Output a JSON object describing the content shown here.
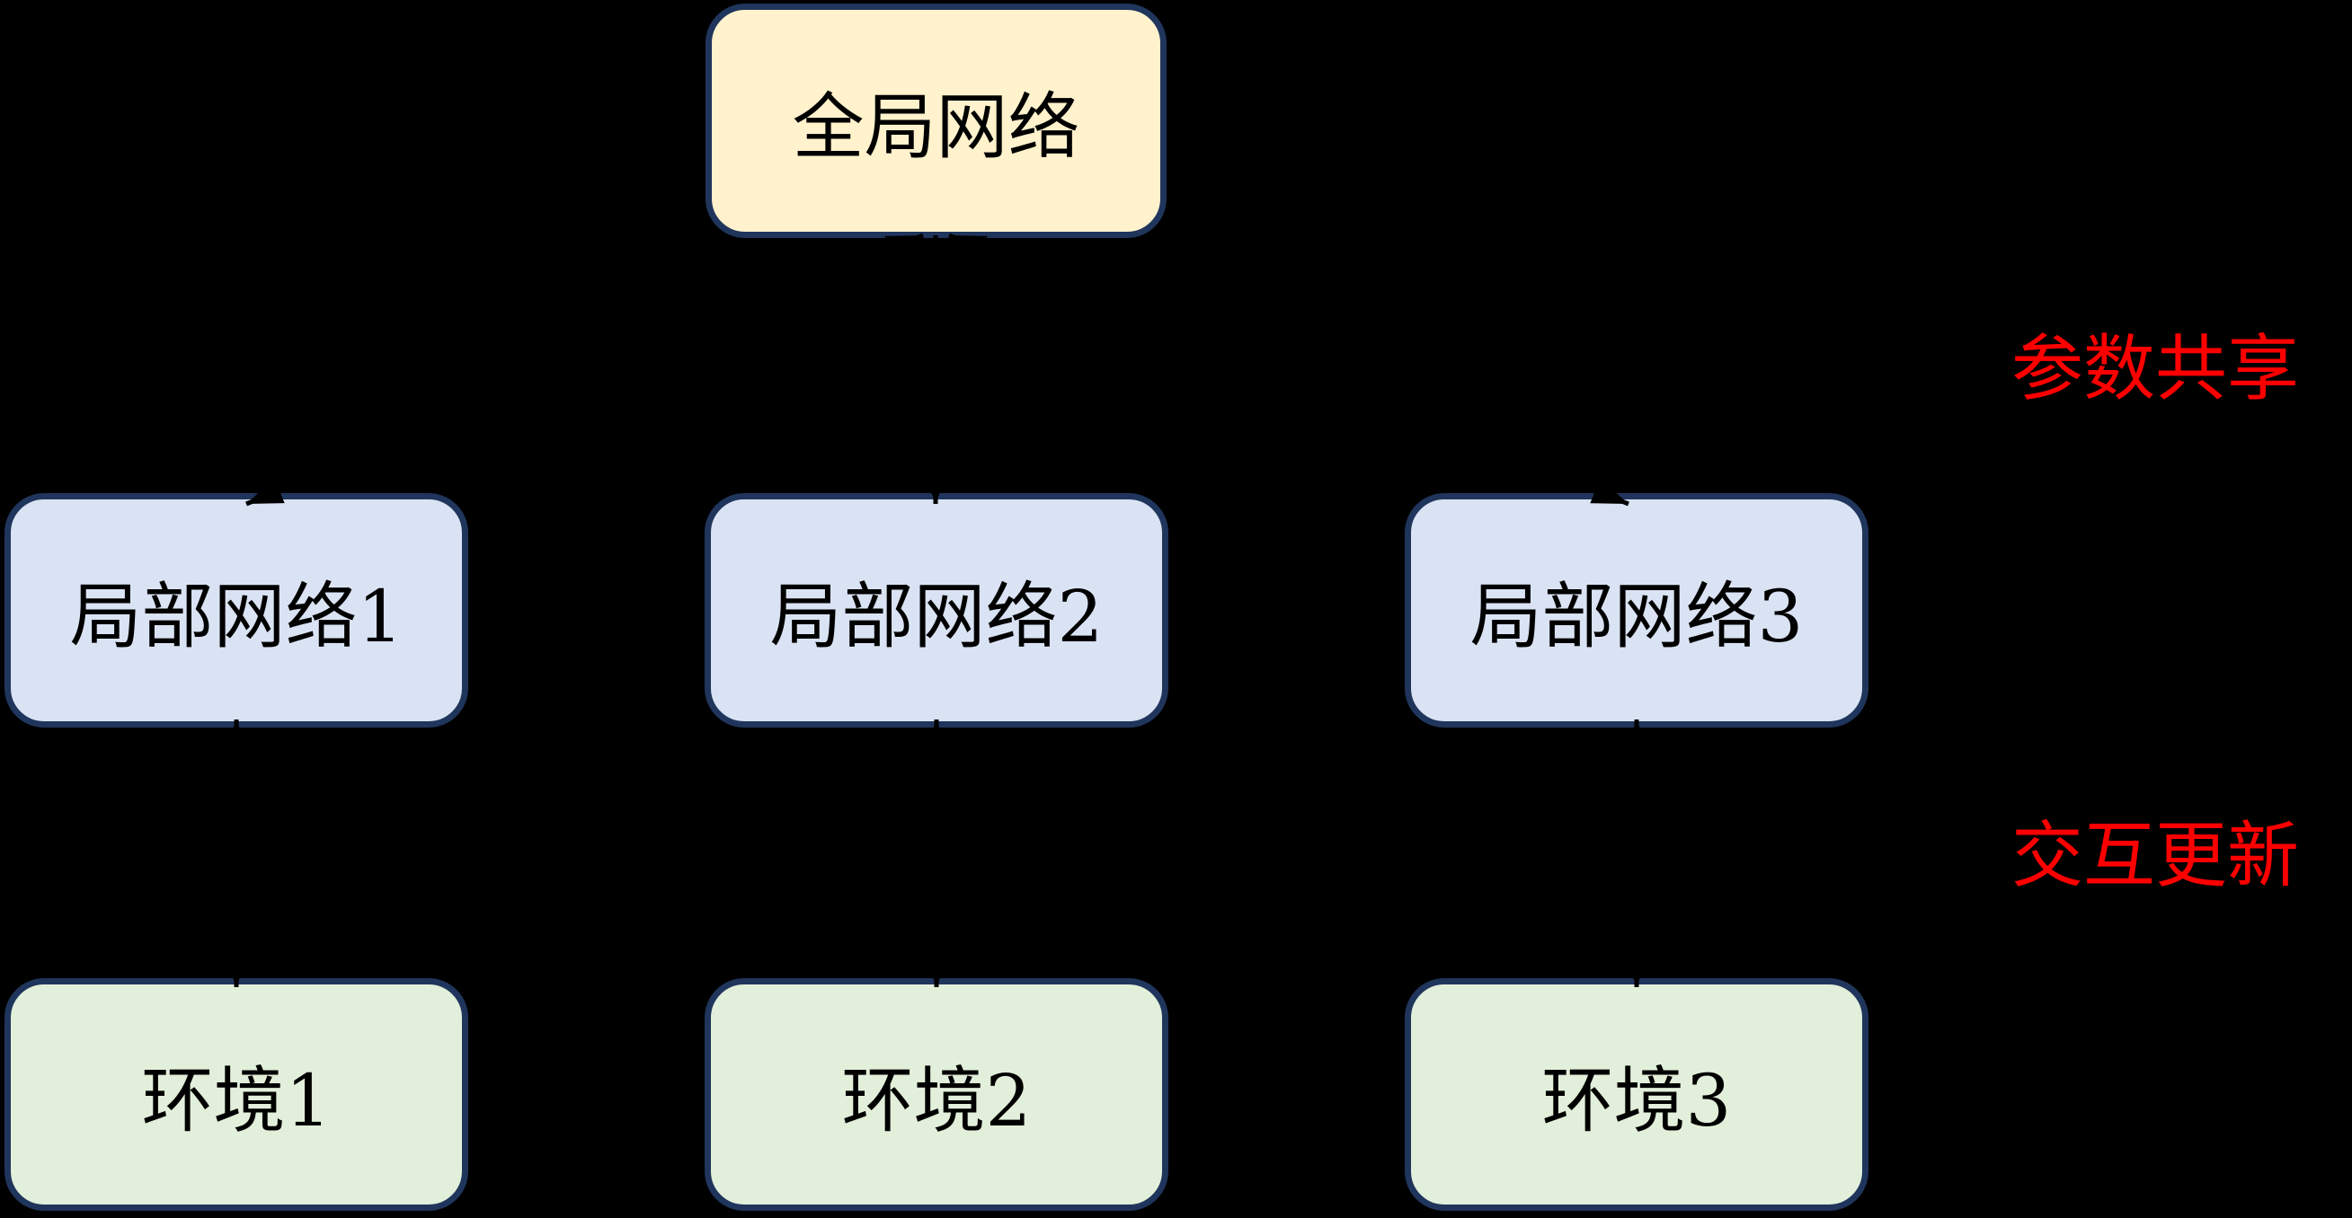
{
  "nodes": {
    "global": {
      "label": "全局网络",
      "fill": "#FFF2CC"
    },
    "local1": {
      "label": "局部网络1",
      "fill": "#DAE3F3"
    },
    "local2": {
      "label": "局部网络2",
      "fill": "#DAE3F3"
    },
    "local3": {
      "label": "局部网络3",
      "fill": "#DAE3F3"
    },
    "env1": {
      "label": "环境1",
      "fill": "#E2EFDA"
    },
    "env2": {
      "label": "环境2",
      "fill": "#E2EFDA"
    },
    "env3": {
      "label": "环境3",
      "fill": "#E2EFDA"
    }
  },
  "annotations": {
    "param_share": {
      "label": "参数共享",
      "color": "#FF0000"
    },
    "interact_update": {
      "label": "交互更新",
      "color": "#FF0000"
    }
  },
  "colors": {
    "background": "#000000",
    "node_border": "#20355C",
    "arrow": "#000000",
    "text": "#000000"
  }
}
